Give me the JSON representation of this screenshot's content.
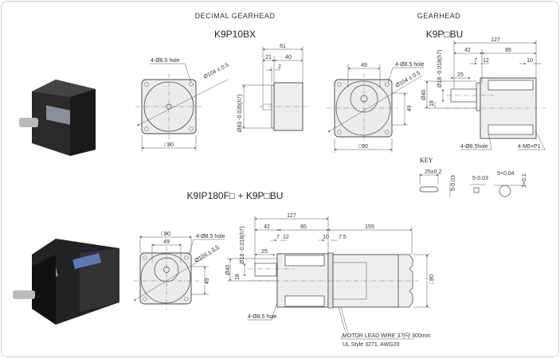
{
  "headings": {
    "decimal_gearhead": "DECIMAL GEARHEAD",
    "gearhead": "GEARHEAD"
  },
  "models": {
    "decimal": "K9P10BX",
    "gearhead": "K9P□BU",
    "combo": "K9IP180F□ + K9P□BU"
  },
  "decimal_front": {
    "hole": "4-Ø6.5 hole",
    "pcd": "Ø104 ± 0.5",
    "square": "□90"
  },
  "decimal_side": {
    "total": "61",
    "a": "21",
    "b": "40",
    "c": "2",
    "dia": "Ø83 -0.035(h7)"
  },
  "gear_front": {
    "width": "49",
    "hole": "4-Ø8.5 hole",
    "pcd": "Ø104 ± 0.5",
    "height": "49",
    "square": "□90"
  },
  "gear_side": {
    "total": "127",
    "a": "42",
    "b": "85",
    "c": "7",
    "d": "12",
    "e": "10",
    "shaft_len": "25",
    "pilot": "Ø40",
    "offset": "18",
    "shaft_dia": "Ø18 -0.018(h7)",
    "hole": "4-Ø8.5hole",
    "tap": "4-M6×P1"
  },
  "key": {
    "title": "KEY",
    "length": "25±0.2",
    "height": "5-0.03",
    "width": "5-0.03",
    "slot": "5+0.04",
    "depth": "3+0.1"
  },
  "combo_front": {
    "square": "□90",
    "width": "49",
    "hole": "4-Ø8.5 hole",
    "pcd": "Ø104 ± 0.5",
    "height": "49"
  },
  "combo_side": {
    "total": "127",
    "a": "42",
    "b": "85",
    "motor": "155",
    "c": "7",
    "d": "12",
    "e": "10",
    "f": "7.5",
    "shaft_len": "25",
    "pilot": "Ø40",
    "offset": "18",
    "shaft_dia": "Ø18 -0.018(h7)",
    "square": "□90",
    "hole": "4-Ø8.5 hole",
    "wire": "MOTOR LEAD WIRE 3가닥 300mm",
    "wire_spec": "UL Style 3271, AWG20"
  }
}
